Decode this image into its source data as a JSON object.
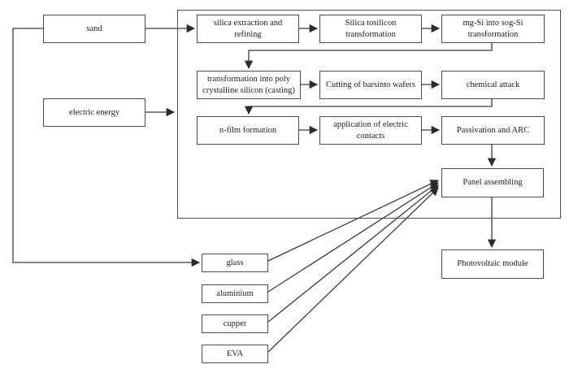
{
  "diagram": {
    "description": "Photovoltaic module production process flowchart",
    "colors": {
      "line": "#3b3b3b",
      "border": "#4d4d4d",
      "text": "#1c1c1c",
      "background": "#ffffff"
    },
    "nodes": {
      "sand": "sand",
      "electric_energy": "electric energy",
      "silica_extraction": "silica extraction and refining",
      "silica_to_silicon": "Silica tosilicon transformation",
      "mg_si": "mg-Si into sog-Si transformation",
      "poly_casting": "transformation into poly crystalline silicon (casting)",
      "cutting_wafers": "Cutting of barsinto wafers",
      "chemical_attack": "chemical attack",
      "n_film": "n-film formation",
      "electric_contacts": "application of electric contacts",
      "passivation": "Passivation and ARC",
      "panel_assembling": "Panel assembling",
      "photovoltaic_module": "Photovoltaic module",
      "glass": "glass",
      "aluminium": "aluminium",
      "cupper": "cupper",
      "eva": "EVA"
    },
    "edges": [
      "sand -> silica_extraction",
      "silica_extraction -> silica_to_silicon",
      "silica_to_silicon -> mg_si",
      "mg_si -> poly_casting",
      "poly_casting -> cutting_wafers",
      "cutting_wafers -> chemical_attack",
      "chemical_attack -> n_film",
      "n_film -> electric_contacts",
      "electric_contacts -> passivation",
      "passivation -> panel_assembling",
      "panel_assembling -> photovoltaic_module",
      "electric_energy -> process_group",
      "sand -> glass",
      "glass -> panel_assembling",
      "aluminium -> panel_assembling",
      "cupper -> panel_assembling",
      "eva -> panel_assembling"
    ]
  }
}
